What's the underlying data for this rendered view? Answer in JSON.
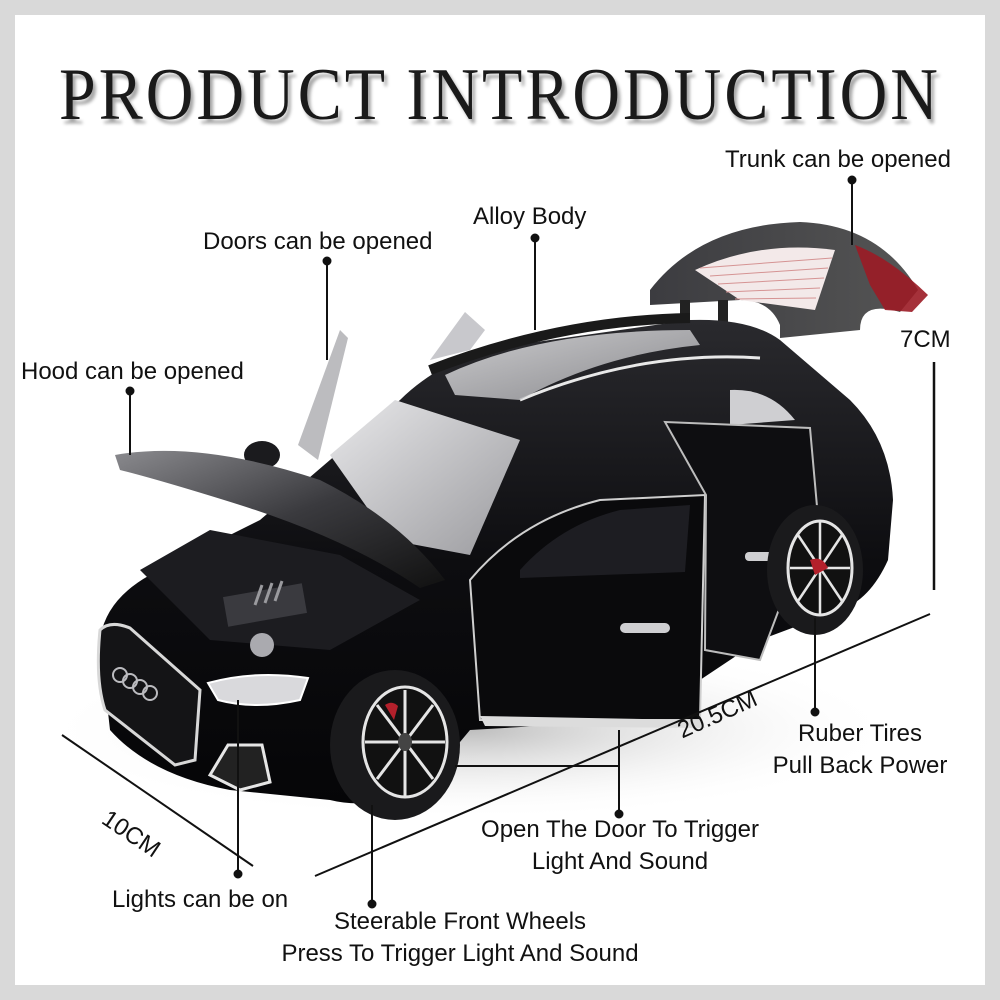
{
  "title": "PRODUCT INTRODUCTION",
  "features": {
    "trunk": "Trunk can be opened",
    "alloy_body": "Alloy Body",
    "doors": "Doors can be opened",
    "hood": "Hood can be opened",
    "tires_line1": "Ruber Tires",
    "tires_line2": "Pull Back Power",
    "door_trigger_line1": "Open The Door To Trigger",
    "door_trigger_line2": "Light And Sound",
    "lights": "Lights can be on",
    "steering_line1": "Steerable Front Wheels",
    "steering_line2": "Press To Trigger Light And Sound"
  },
  "dimensions": {
    "height": "7CM",
    "length": "20.5CM",
    "width": "10CM"
  },
  "colors": {
    "border": "#d9d9d9",
    "background": "#ffffff",
    "car_body": "#0d0d10",
    "text": "#111111",
    "tail_light": "#9b1b25"
  }
}
